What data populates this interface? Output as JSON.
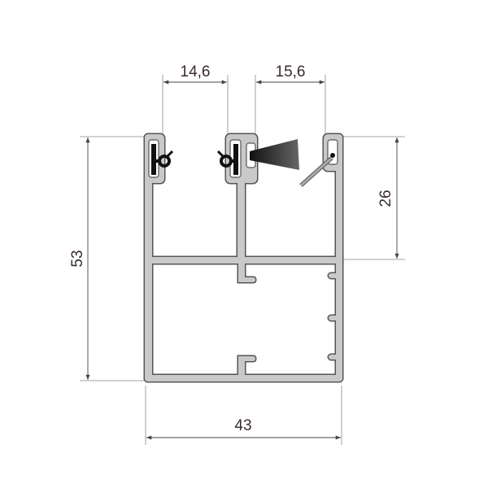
{
  "drawing": {
    "dimensions": {
      "top_left_width": "14,6",
      "top_right_width": "15,6",
      "total_height": "53",
      "upper_chamber_height": "26",
      "total_width": "43"
    },
    "colors": {
      "profile_fill": "#c9c9c9",
      "profile_outline": "#555555",
      "dimension_text": "#3a2a2a"
    }
  }
}
